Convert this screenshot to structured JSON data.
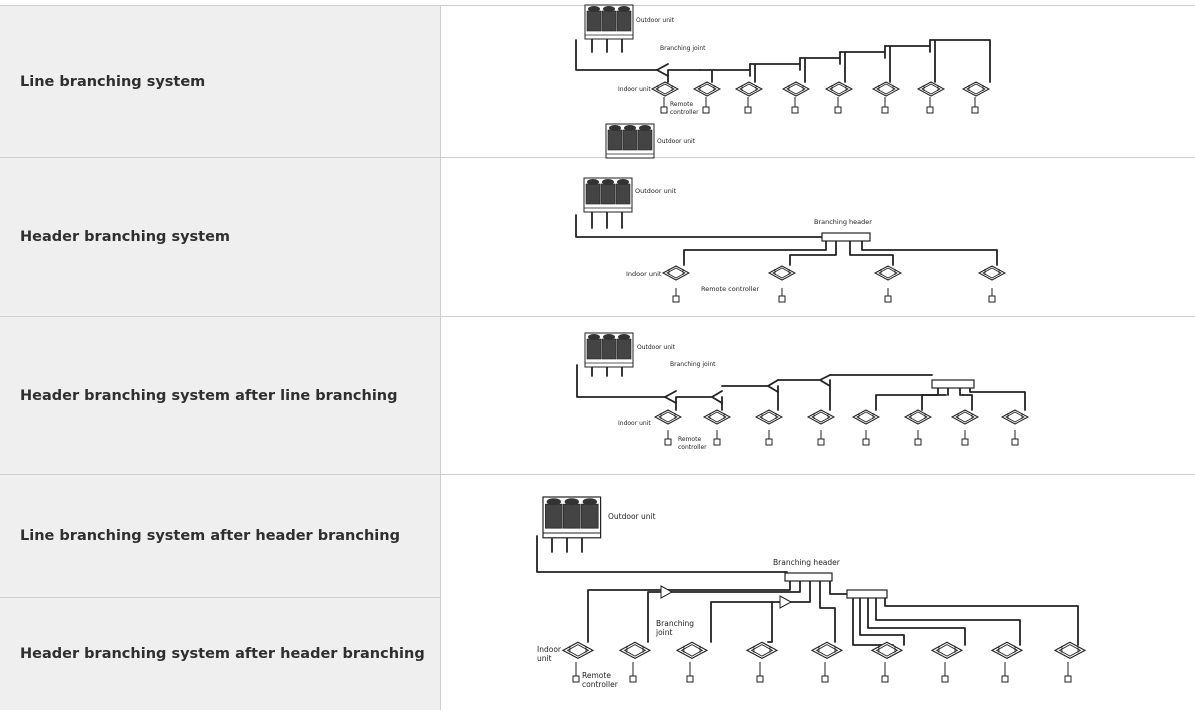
{
  "rows": [
    {
      "label": "Line branching system"
    },
    {
      "label": "Header branching system"
    },
    {
      "label": "Header branching system after line branching"
    },
    {
      "label": "Line branching system after header branching"
    },
    {
      "label": "Header branching system after header branching"
    }
  ],
  "labels": {
    "outdoor_unit": "Outdoor unit",
    "branching_joint": "Branching joint",
    "indoor_unit": "Indoor unit",
    "remote": "Remote",
    "controller": "controller",
    "remote_controller": "Remote controller",
    "branching_header": "Branching header",
    "branching": "Branching",
    "joint": "joint",
    "indoor": "Indoor",
    "unit": "unit"
  }
}
